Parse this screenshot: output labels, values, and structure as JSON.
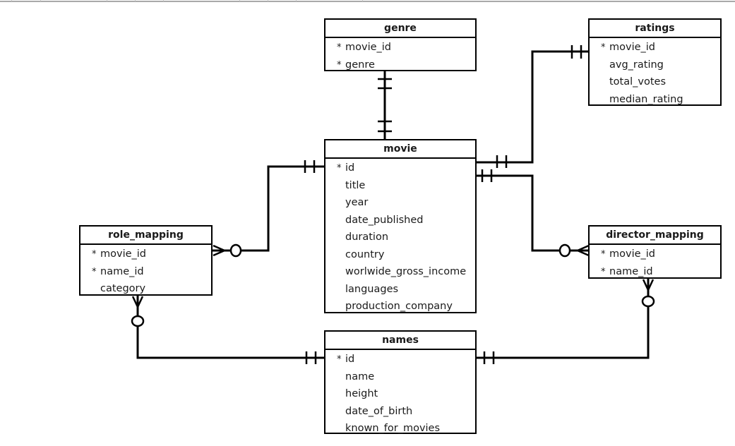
{
  "diagram": {
    "type": "entity-relationship",
    "entities": {
      "genre": {
        "title": "genre",
        "fields": [
          {
            "marker": "*",
            "name": "movie_id"
          },
          {
            "marker": "*",
            "name": "genre"
          }
        ]
      },
      "ratings": {
        "title": "ratings",
        "fields": [
          {
            "marker": "*",
            "name": "movie_id"
          },
          {
            "marker": "",
            "name": "avg_rating"
          },
          {
            "marker": "",
            "name": "total_votes"
          },
          {
            "marker": "",
            "name": "median_rating"
          }
        ]
      },
      "movie": {
        "title": "movie",
        "fields": [
          {
            "marker": "*",
            "name": "id"
          },
          {
            "marker": "",
            "name": "title"
          },
          {
            "marker": "",
            "name": "year"
          },
          {
            "marker": "",
            "name": "date_published"
          },
          {
            "marker": "",
            "name": "duration"
          },
          {
            "marker": "",
            "name": "country"
          },
          {
            "marker": "",
            "name": "worlwide_gross_income"
          },
          {
            "marker": "",
            "name": "languages"
          },
          {
            "marker": "",
            "name": "production_company"
          }
        ]
      },
      "role_mapping": {
        "title": "role_mapping",
        "fields": [
          {
            "marker": "*",
            "name": "movie_id"
          },
          {
            "marker": "*",
            "name": "name_id"
          },
          {
            "marker": "",
            "name": "category"
          }
        ]
      },
      "director_mapping": {
        "title": "director_mapping",
        "fields": [
          {
            "marker": "*",
            "name": "movie_id"
          },
          {
            "marker": "*",
            "name": "name_id"
          }
        ]
      },
      "names": {
        "title": "names",
        "fields": [
          {
            "marker": "*",
            "name": "id"
          },
          {
            "marker": "",
            "name": "name"
          },
          {
            "marker": "",
            "name": "height"
          },
          {
            "marker": "",
            "name": "date_of_birth"
          },
          {
            "marker": "",
            "name": "known_for_movies"
          }
        ]
      }
    },
    "relationships": [
      {
        "from": "genre",
        "from_cardinality": "one-and-only-one",
        "to": "movie",
        "to_cardinality": "one-and-only-one"
      },
      {
        "from": "movie",
        "from_cardinality": "one-and-only-one",
        "to": "ratings",
        "to_cardinality": "one-and-only-one"
      },
      {
        "from": "movie",
        "from_cardinality": "one-and-only-one",
        "to": "role_mapping",
        "to_cardinality": "zero-or-many"
      },
      {
        "from": "movie",
        "from_cardinality": "one-and-only-one",
        "to": "director_mapping",
        "to_cardinality": "zero-or-many"
      },
      {
        "from": "names",
        "from_cardinality": "one-and-only-one",
        "to": "role_mapping",
        "to_cardinality": "zero-or-many"
      },
      {
        "from": "names",
        "from_cardinality": "one-and-only-one",
        "to": "director_mapping",
        "to_cardinality": "zero-or-many"
      }
    ],
    "colors": {
      "line": "#000000",
      "text": "#1a1a1a",
      "background": "#ffffff",
      "top_border": "#a9a9a9"
    }
  }
}
